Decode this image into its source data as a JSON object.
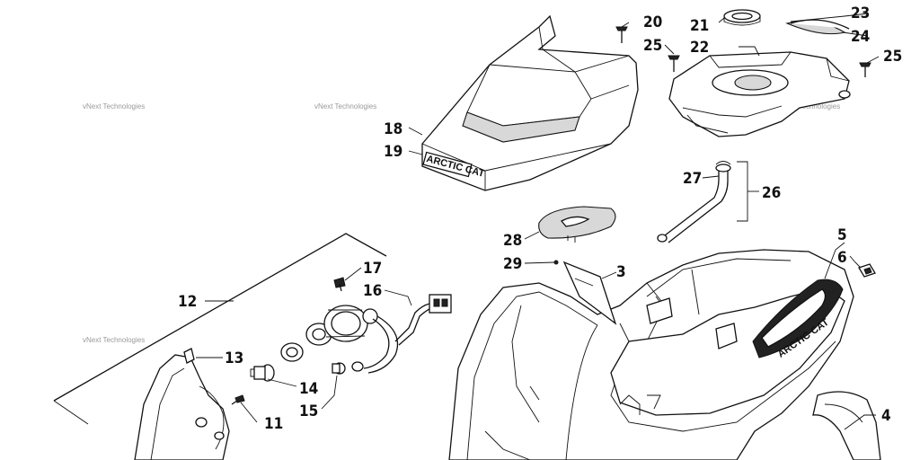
{
  "callouts": {
    "c3": "3",
    "c4": "4",
    "c5": "5",
    "c6": "6",
    "c11": "11",
    "c12": "12",
    "c13": "13",
    "c14": "14",
    "c15": "15",
    "c16": "16",
    "c17": "17",
    "c18": "18",
    "c19": "19",
    "c20": "20",
    "c21": "21",
    "c22": "22",
    "c23": "23",
    "c24": "24",
    "c25a": "25",
    "c25b": "25",
    "c26": "26",
    "c27": "27",
    "c28": "28",
    "c29": "29"
  },
  "watermark": "vNext Technologies",
  "brand_decal": "ARCTIC CAT"
}
